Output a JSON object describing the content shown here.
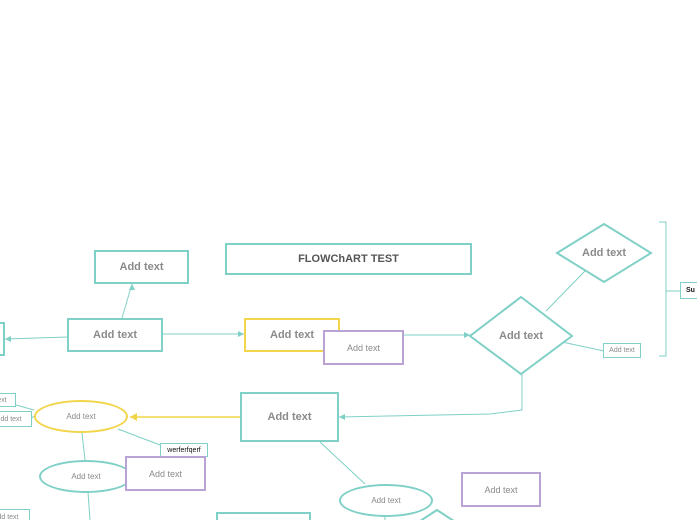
{
  "diagram": {
    "title": "FLOWChART TEST",
    "node_label": "Add text",
    "note_label": "werferfqerf",
    "summary_label": "Su",
    "small_left_label": "text",
    "small_left_label_2": "dd text",
    "small_bottom_left_label": "dd text"
  },
  "colors": {
    "teal": "#7fd0c6",
    "yellow": "#f2d54a",
    "purple": "#b9a3d4",
    "text": "#8a8a8a"
  }
}
